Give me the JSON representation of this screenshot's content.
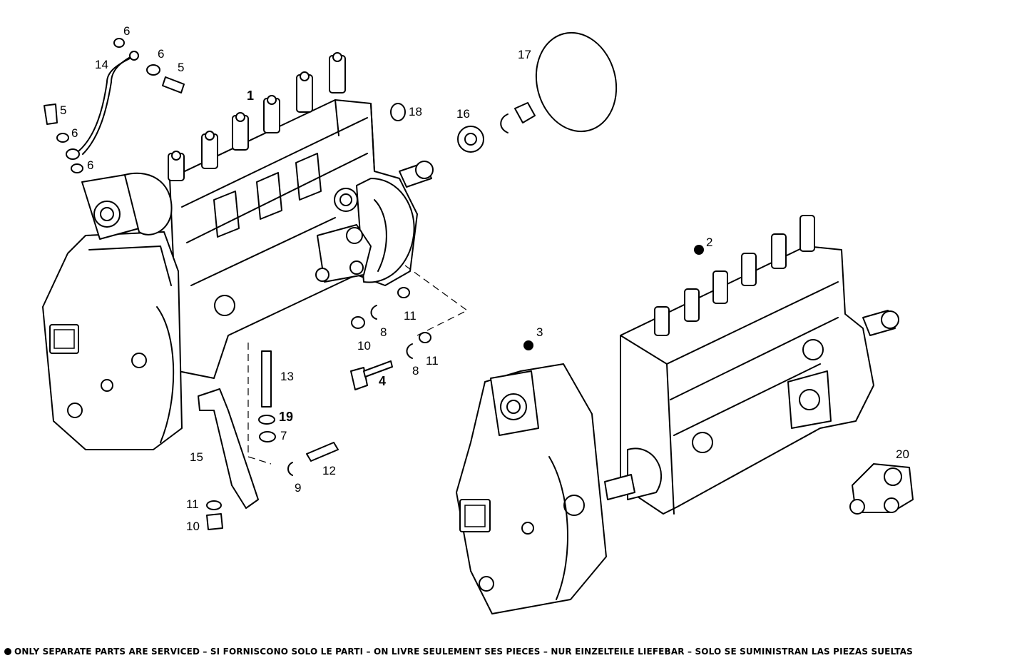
{
  "diagram": {
    "callouts": {
      "c1": "1",
      "c2": "2",
      "c3": "3",
      "c4": "4",
      "c5a": "5",
      "c5b": "5",
      "c6a": "6",
      "c6b": "6",
      "c6c": "6",
      "c6d": "6",
      "c7": "7",
      "c8a": "8",
      "c8b": "8",
      "c9": "9",
      "c10a": "10",
      "c10b": "10",
      "c11a": "11",
      "c11b": "11",
      "c11c": "11",
      "c12": "12",
      "c13": "13",
      "c14": "14",
      "c15": "15",
      "c16": "16",
      "c17": "17",
      "c18": "18",
      "c19": "19",
      "c20": "20"
    }
  },
  "footer": {
    "note": "ONLY SEPARATE PARTS ARE SERVICED – SI FORNISCONO SOLO LE PARTI – ON LIVRE SEULEMENT SES PIECES – NUR EINZELTEILE LIEFEBAR – SOLO SE SUMINISTRAN LAS PIEZAS SUELTAS"
  }
}
